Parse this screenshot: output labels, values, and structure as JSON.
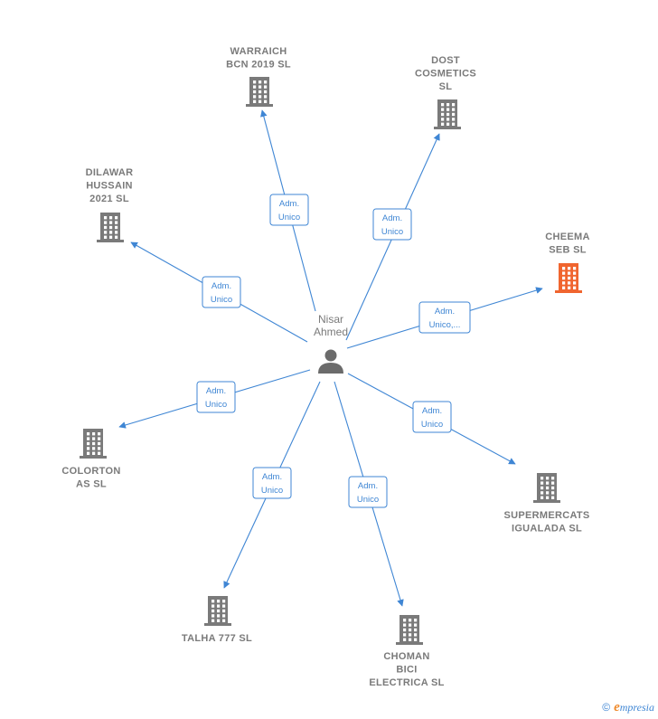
{
  "center": {
    "name_lines": [
      "Nisar",
      "Ahmed"
    ],
    "icon": "person-icon"
  },
  "companies": [
    {
      "id": "warraich",
      "lines": [
        "WARRAICH",
        "BCN 2019  SL"
      ],
      "role": [
        "Adm.",
        "Unico"
      ],
      "highlight": false
    },
    {
      "id": "dost",
      "lines": [
        "DOST",
        "COSMETICS",
        "SL"
      ],
      "role": [
        "Adm.",
        "Unico"
      ],
      "highlight": false
    },
    {
      "id": "dilawar",
      "lines": [
        "DILAWAR",
        "HUSSAIN",
        "2021  SL"
      ],
      "role": [
        "Adm.",
        "Unico"
      ],
      "highlight": false
    },
    {
      "id": "cheema",
      "lines": [
        "CHEEMA",
        "SEB  SL"
      ],
      "role": [
        "Adm.",
        "Unico,..."
      ],
      "highlight": true
    },
    {
      "id": "colorton",
      "lines": [
        "COLORTON",
        "AS  SL"
      ],
      "role": [
        "Adm.",
        "Unico"
      ],
      "highlight": false
    },
    {
      "id": "supermercats",
      "lines": [
        "SUPERMERCATS",
        "IGUALADA  SL"
      ],
      "role": [
        "Adm.",
        "Unico"
      ],
      "highlight": false
    },
    {
      "id": "talha",
      "lines": [
        "TALHA 777  SL"
      ],
      "role": [
        "Adm.",
        "Unico"
      ],
      "highlight": false
    },
    {
      "id": "choman",
      "lines": [
        "CHOMAN",
        "BICI",
        "ELECTRICA  SL"
      ],
      "role": [
        "Adm.",
        "Unico"
      ],
      "highlight": false
    }
  ],
  "colors": {
    "edge": "#3f86d4",
    "building": "#7a7a7a",
    "building_highlight": "#f0652f",
    "person": "#6b6b6b"
  },
  "footer": {
    "copyright_symbol": "©",
    "brand_initial": "e",
    "brand_rest": "mpresia"
  }
}
